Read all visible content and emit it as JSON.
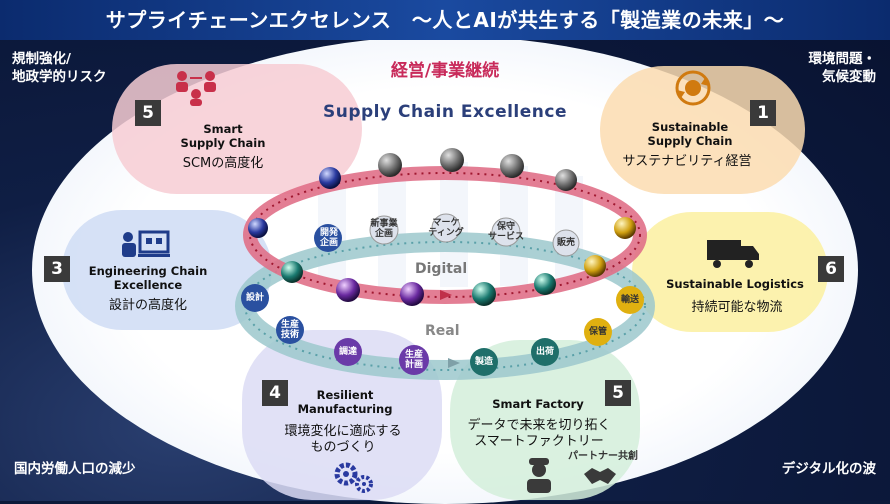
{
  "header": {
    "title": "サプライチェーンエクセレンス　～人とAIが共生する「製造業の未来」～"
  },
  "corners": {
    "top_left": [
      "規制強化/",
      "地政学的リスク"
    ],
    "top_right": [
      "環境問題・",
      "気候変動"
    ],
    "bottom_left": "国内労働人口の減少",
    "bottom_right": "デジタル化の波"
  },
  "center": {
    "management": "経営/事業継続",
    "excellence": "Supply Chain Excellence",
    "digital": "Digital",
    "real": "Real"
  },
  "pillars": {
    "smart_supply_chain": {
      "number": "5",
      "title": [
        "Smart",
        "Supply Chain"
      ],
      "subtitle": "SCMの高度化"
    },
    "sustainable_supply_chain": {
      "number": "1",
      "title": [
        "Sustainable",
        "Supply Chain"
      ],
      "subtitle": "サステナビリティ経営"
    },
    "engineering_chain": {
      "number": "3",
      "title": [
        "Engineering Chain",
        "Excellence"
      ],
      "subtitle": "設計の高度化"
    },
    "sustainable_logistics": {
      "number": "6",
      "title": [
        "Sustainable Logistics"
      ],
      "subtitle": "持続可能な物流"
    },
    "resilient_manufacturing": {
      "number": "4",
      "title": [
        "Resilient",
        "Manufacturing"
      ],
      "subtitle": [
        "環境変化に適応する",
        "ものづくり"
      ]
    },
    "smart_factory": {
      "number": "5",
      "title": [
        "Smart Factory"
      ],
      "subtitle": [
        "データで未来を切り拓く",
        "スマートファクトリー"
      ],
      "partner": "パートナー共創"
    }
  },
  "digital_ring_labels": [
    [
      "開発",
      "企画"
    ],
    [
      "新事業",
      "企画"
    ],
    [
      "マーケ",
      "ティング"
    ],
    [
      "保守",
      "サービス"
    ],
    [
      "販売"
    ]
  ],
  "real_ring_labels": [
    [
      "設計"
    ],
    [
      "生産",
      "技術"
    ],
    [
      "調達"
    ],
    [
      "生産",
      "計画"
    ],
    [
      "製造"
    ],
    [
      "出荷"
    ],
    [
      "保管"
    ],
    [
      "輸送"
    ]
  ],
  "colors": {
    "banner": "#1a4aa0",
    "accent_red": "#c82a5a",
    "digital_ring": "#c8304a",
    "real_ring": "#7fb8c0"
  }
}
